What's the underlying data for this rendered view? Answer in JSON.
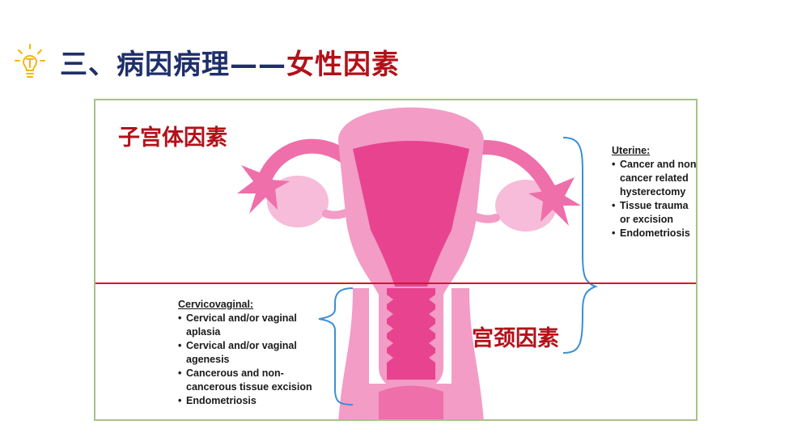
{
  "title": {
    "part1": "三、病因病理——",
    "part2": "女性因素"
  },
  "labels": {
    "uterine_body": "子宫体因素",
    "cervix": "宫颈因素"
  },
  "uterine_note": {
    "heading": "Uterine:",
    "items": [
      "Cancer and non-cancer related hysterectomy",
      "Tissue trauma or excision",
      "Endometriosis"
    ]
  },
  "cervico_note": {
    "heading": "Cervicovaginal:",
    "items": [
      "Cervical and/or vaginal aplasia",
      "Cervical and/or vaginal agenesis",
      "Cancerous and non-cancerous tissue excision",
      "Endometriosis"
    ]
  },
  "colors": {
    "title_dark": "#1f2f6b",
    "title_red": "#b3111a",
    "divider": "#e0131c",
    "uterus_light": "#f29cc6",
    "uterus_mid": "#ee6fa9",
    "uterus_dark": "#e8438f"
  }
}
